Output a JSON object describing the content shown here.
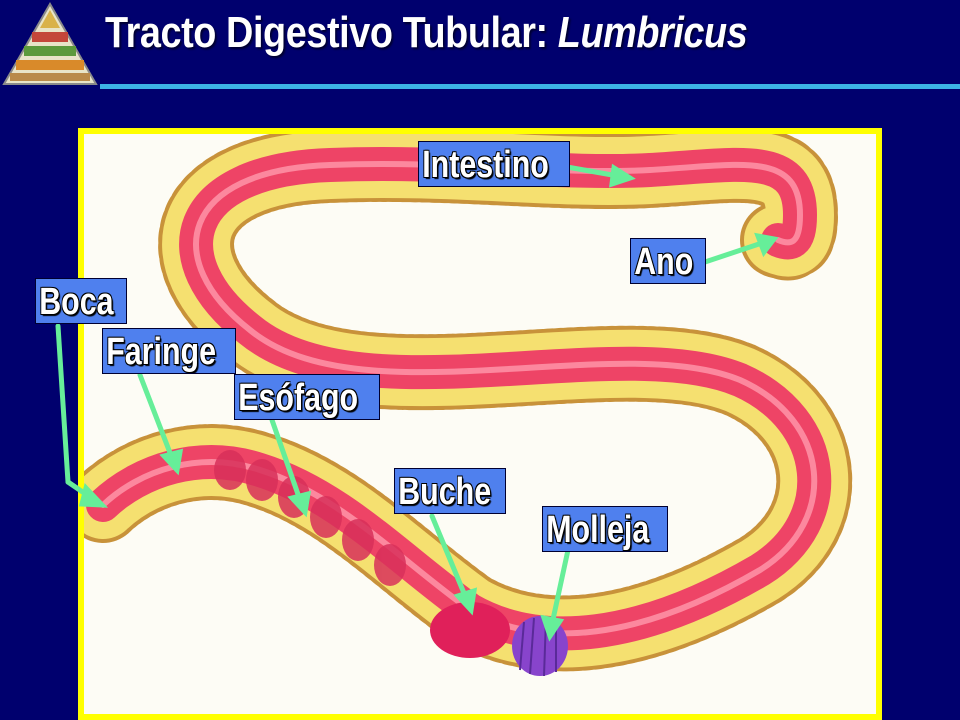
{
  "slide": {
    "title": "Tracto Digestivo Tubular: ",
    "title_italic": "Lumbricus"
  },
  "labels": {
    "intestino": "Intestino",
    "ano": "Ano",
    "boca": "Boca",
    "faringe": "Faringe",
    "esofago": "Esófago",
    "buche": "Buche",
    "molleja": "Molleja"
  },
  "colors": {
    "background": "#00006e",
    "frame_border": "#ffff00",
    "label_fill": "#4f80ee",
    "arrow": "#66ee99",
    "gut": "#ee4466",
    "body": "#f5e070",
    "gizzard": "#8844cc"
  }
}
